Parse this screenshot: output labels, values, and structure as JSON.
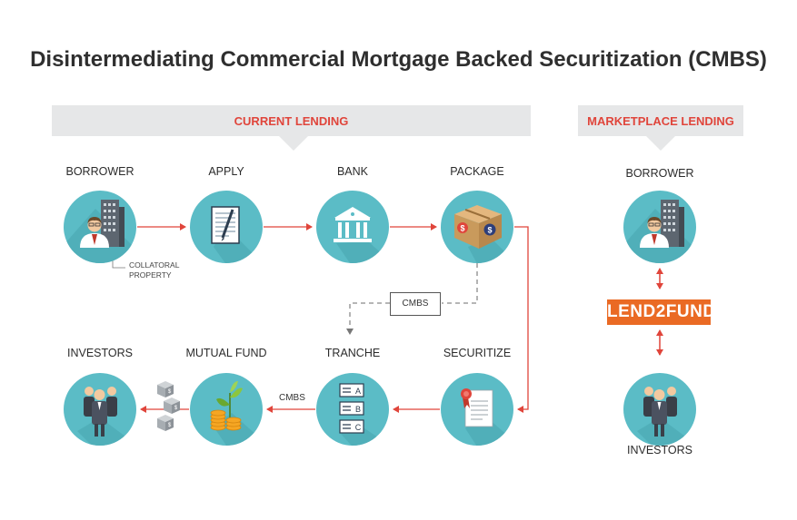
{
  "title": "Disintermediating Commercial Mortgage Backed Securitization (CMBS)",
  "banners": {
    "current": "CURRENT LENDING",
    "marketplace": "MARKETPLACE LENDING"
  },
  "steps": {
    "borrower": "BORROWER",
    "apply": "APPLY",
    "bank": "BANK",
    "package": "PACKAGE",
    "investors": "INVESTORS",
    "mutual_fund": "MUTUAL FUND",
    "tranche": "TRANCHE",
    "securitize": "SECURITIZE",
    "mp_borrower": "BORROWER",
    "mp_investors": "INVESTORS"
  },
  "collateral_label": {
    "line1": "COLLATORAL",
    "line2": "PROPERTY"
  },
  "cmbs_box": "CMBS",
  "cmbs_arrow": "CMBS",
  "tranche_labels": [
    "A",
    "B",
    "C"
  ],
  "money_symbol": "$",
  "logo": "LEND2FUND",
  "colors": {
    "circle": "#5bbcc6",
    "circle_shadow": "#45a0ab",
    "arrow": "#e0453b",
    "banner": "#e6e7e8",
    "accent": "#e0453b",
    "logo_bg": "#ea6a24"
  }
}
